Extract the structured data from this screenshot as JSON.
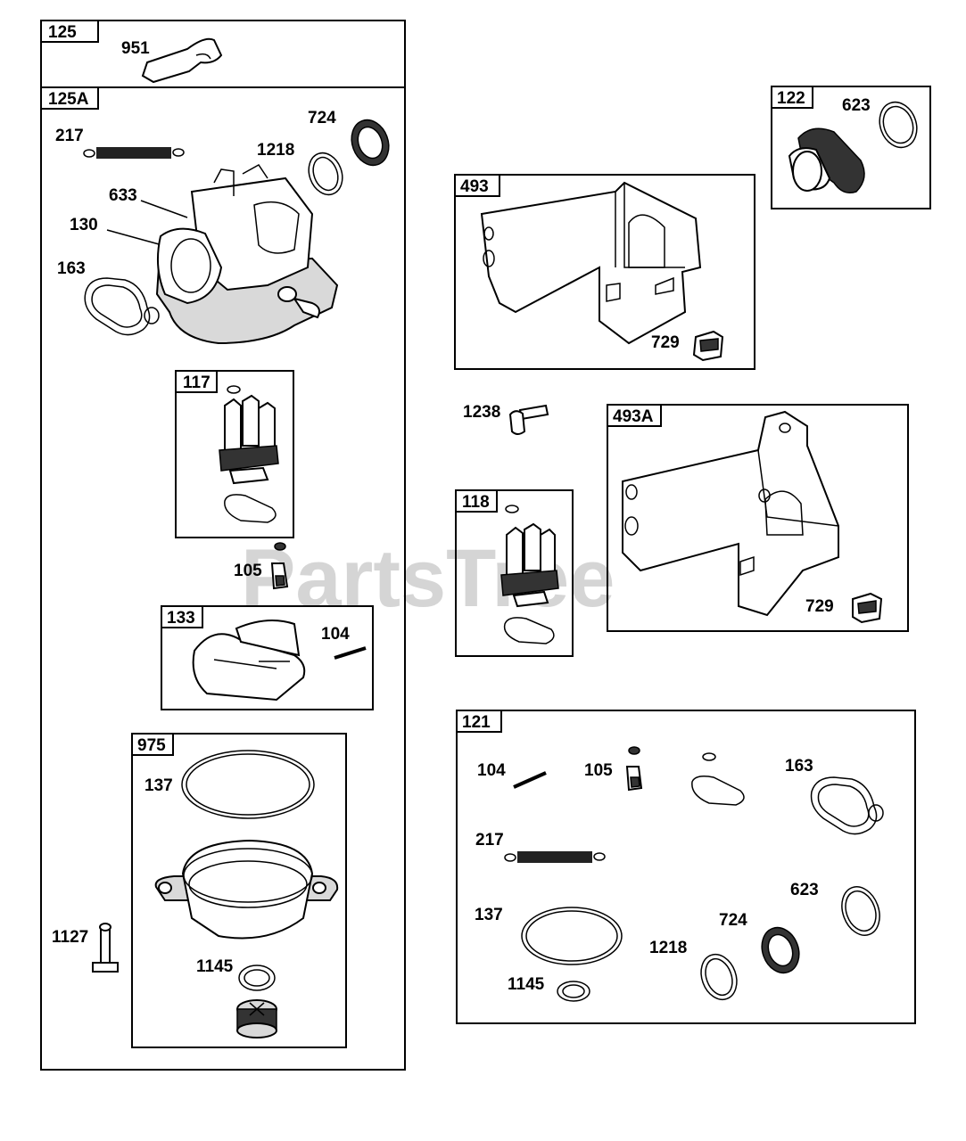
{
  "watermark": {
    "text": "PartsTree",
    "trademark": "TM"
  },
  "kits": {
    "k125": {
      "id": "125"
    },
    "k125a": {
      "id": "125A"
    },
    "k117": {
      "id": "117"
    },
    "k133": {
      "id": "133"
    },
    "k975": {
      "id": "975"
    },
    "k122": {
      "id": "122"
    },
    "k493": {
      "id": "493"
    },
    "k493a": {
      "id": "493A"
    },
    "k118": {
      "id": "118"
    },
    "k121": {
      "id": "121"
    }
  },
  "parts": {
    "p951": "951",
    "p217": "217",
    "p724": "724",
    "p1218": "1218",
    "p633": "633",
    "p130": "130",
    "p163": "163",
    "p105": "105",
    "p104": "104",
    "p137": "137",
    "p1127": "1127",
    "p1145": "1145",
    "p623": "623",
    "p729a": "729",
    "p1238": "1238",
    "p729b": "729",
    "k121_104": "104",
    "k121_105": "105",
    "k121_163": "163",
    "k121_217": "217",
    "k121_623": "623",
    "k121_137": "137",
    "k121_724": "724",
    "k121_1218": "1218",
    "k121_1145": "1145"
  }
}
